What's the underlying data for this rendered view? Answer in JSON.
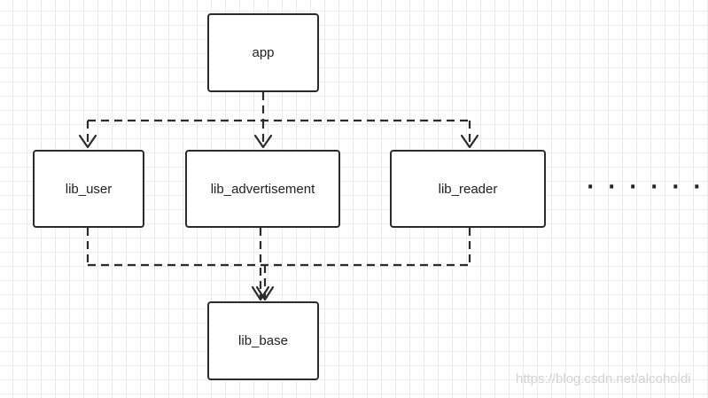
{
  "diagram": {
    "nodes": {
      "app": "app",
      "lib_user": "lib_user",
      "lib_advertisement": "lib_advertisement",
      "lib_reader": "lib_reader",
      "lib_base": "lib_base"
    },
    "edges": [
      {
        "from": "app",
        "to": "lib_user"
      },
      {
        "from": "app",
        "to": "lib_advertisement"
      },
      {
        "from": "app",
        "to": "lib_reader"
      },
      {
        "from": "lib_user",
        "to": "lib_base"
      },
      {
        "from": "lib_advertisement",
        "to": "lib_base"
      },
      {
        "from": "lib_reader",
        "to": "lib_base"
      }
    ],
    "line_style": "dashed",
    "continuation": "· · · · · ·"
  },
  "watermark": "https://blog.csdn.net/alcoholdi"
}
